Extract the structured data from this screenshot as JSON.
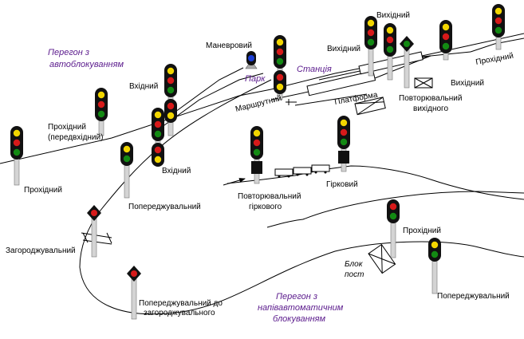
{
  "sections": {
    "auto_block": [
      "Перегон з",
      "автоблокуванням"
    ],
    "semi_auto_block": [
      "Перегон з",
      "напівавтоматичним",
      "блокуванням"
    ],
    "park": "Парк",
    "station": "Станція",
    "platform": "Платформа",
    "block_post": [
      "Блок",
      "пост"
    ]
  },
  "signals": {
    "shunting": "Маневровий",
    "entry_top": "Вхідний",
    "entry_bottom": "Вхідний",
    "passing_pre_entry": [
      "Прохідний",
      "(передвхідний)"
    ],
    "passing_left": "Прохідний",
    "route": "Маршрутний",
    "exit_1": "Вихідний",
    "exit_2": "Вихідний",
    "exit_3": "Вихідний",
    "passing_right_top": "Прохідний",
    "repeater_exit": [
      "Повторювальний",
      "вихідного"
    ],
    "warning_left": "Попереджувальний",
    "hump_repeater": [
      "Повторювальний",
      "гіркового"
    ],
    "hump": "Гірковий",
    "barrier": "Загороджувальний",
    "warning_barrier": [
      "Попереджувальний до",
      "загороджувального"
    ],
    "passing_right": "Прохідний",
    "warning_right": "Попереджувальний"
  },
  "colors": {
    "green": "#138a13",
    "yellow": "#f2d600",
    "red": "#d71a1a",
    "blue": "#1c3fd6",
    "purple_text": "#5a1a8c",
    "signal_head": "#111111",
    "mast": "#d4d4d4"
  }
}
